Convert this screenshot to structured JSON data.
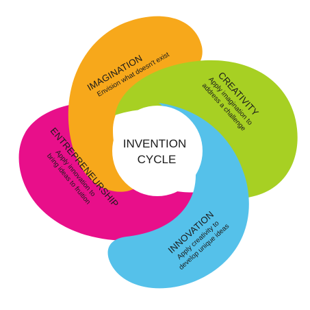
{
  "colors": {
    "imagination": "#f7a81b",
    "creativity": "#a7d023",
    "innovation": "#55c1ea",
    "entrepreneurship": "#e80f8a",
    "center": "#ffffff",
    "text": "#1a1a1a"
  },
  "center": {
    "line1": "INVENTION",
    "line2": "CYCLE"
  },
  "stages": {
    "imagination": {
      "title": "IMAGINATION",
      "desc": "Envision what doesn't exist"
    },
    "creativity": {
      "title": "CREATIVITY",
      "desc1": "Apply imagination to",
      "desc2": "address a challenge"
    },
    "innovation": {
      "title": "INNOVATION",
      "desc1": "Apply creativity to",
      "desc2": "develop unique ideas"
    },
    "entrepreneurship": {
      "title": "ENTREPRENEURSHIP",
      "desc1": "Apply innovation to",
      "desc2": "bring ideas to fruition"
    }
  }
}
